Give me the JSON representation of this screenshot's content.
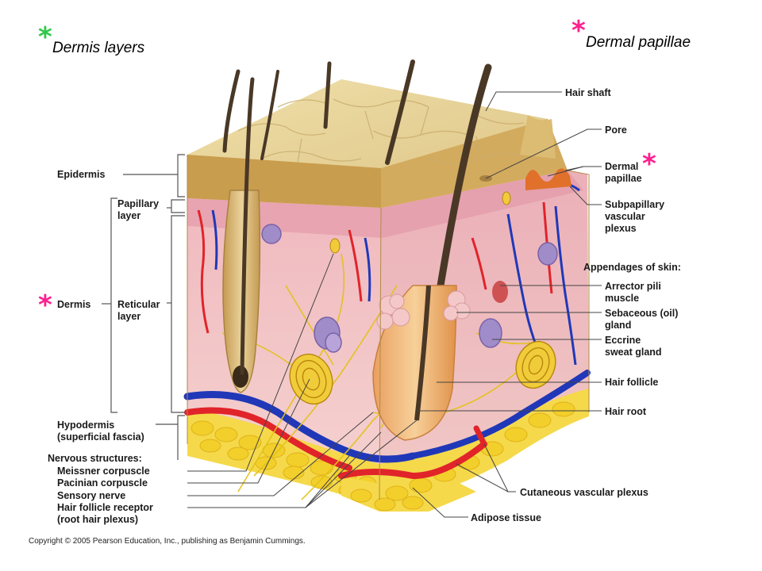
{
  "headings": {
    "dermis_layers": "Dermis layers",
    "dermal_papillae": "Dermal papillae",
    "star": "*"
  },
  "labels": {
    "hair_shaft": "Hair shaft",
    "pore": "Pore",
    "dermal_papillae_1": "Dermal",
    "dermal_papillae_2": "papillae",
    "subpapillary_1": "Subpapillary",
    "subpapillary_2": "vascular",
    "subpapillary_3": "plexus",
    "appendages": "Appendages of skin:",
    "arrector_1": "Arrector pili",
    "arrector_2": "muscle",
    "sebaceous_1": "Sebaceous (oil)",
    "sebaceous_2": "gland",
    "eccrine_1": "Eccrine",
    "eccrine_2": "sweat gland",
    "hair_follicle": "Hair follicle",
    "hair_root": "Hair root",
    "cutaneous": "Cutaneous vascular plexus",
    "adipose": "Adipose tissue",
    "epidermis": "Epidermis",
    "papillary_1": "Papillary",
    "papillary_2": "layer",
    "dermis": "Dermis",
    "reticular_1": "Reticular",
    "reticular_2": "layer",
    "hypodermis_1": "Hypodermis",
    "hypodermis_2": "(superficial fascia)",
    "nervous": "Nervous structures:",
    "meissner": "Meissner corpuscle",
    "pacinian": "Pacinian corpuscle",
    "sensory": "Sensory nerve",
    "hfr_1": "Hair follicle receptor",
    "hfr_2": "(root hair plexus)"
  },
  "copyright": "Copyright © 2005 Pearson Education, Inc., publishing as Benjamin Cummings.",
  "colors": {
    "epidermis_top": "#e8d49a",
    "epidermis_side": "#c9a050",
    "dermis": "#f2c6c6",
    "papillary": "#e9a9b4",
    "fat": "#f2d23a",
    "artery": "#e0242a",
    "vein": "#2038b8",
    "nerve": "#e8d020",
    "hair": "#4a3826",
    "follicle": "#d7b97a",
    "star_green": "#2fc94a",
    "star_pink": "#ff1f8f"
  }
}
